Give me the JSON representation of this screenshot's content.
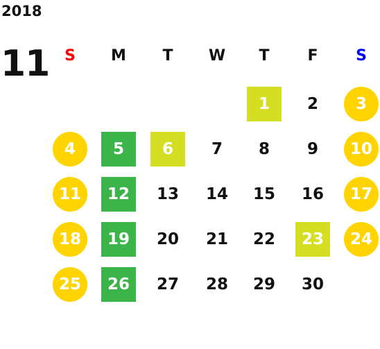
{
  "calendar": {
    "year": "2018",
    "month": "11",
    "colors": {
      "weekend_circle": "#FFD400",
      "highlight_green": "#3BB54A",
      "highlight_lime": "#D4DE22",
      "sunday_header": "#FF0000",
      "saturday_header": "#0000FF"
    },
    "weekdays": [
      {
        "label": "S",
        "color": "#FF0000"
      },
      {
        "label": "M",
        "color": "#111111"
      },
      {
        "label": "T",
        "color": "#111111"
      },
      {
        "label": "W",
        "color": "#111111"
      },
      {
        "label": "T",
        "color": "#111111"
      },
      {
        "label": "F",
        "color": "#111111"
      },
      {
        "label": "S",
        "color": "#0000FF"
      }
    ],
    "weeks": [
      [
        null,
        null,
        null,
        null,
        {
          "d": "1",
          "s": "lime"
        },
        {
          "d": "2",
          "s": ""
        },
        {
          "d": "3",
          "s": "circle"
        }
      ],
      [
        {
          "d": "4",
          "s": "circle"
        },
        {
          "d": "5",
          "s": "green"
        },
        {
          "d": "6",
          "s": "lime"
        },
        {
          "d": "7",
          "s": ""
        },
        {
          "d": "8",
          "s": ""
        },
        {
          "d": "9",
          "s": ""
        },
        {
          "d": "10",
          "s": "circle"
        }
      ],
      [
        {
          "d": "11",
          "s": "circle"
        },
        {
          "d": "12",
          "s": "green"
        },
        {
          "d": "13",
          "s": ""
        },
        {
          "d": "14",
          "s": ""
        },
        {
          "d": "15",
          "s": ""
        },
        {
          "d": "16",
          "s": ""
        },
        {
          "d": "17",
          "s": "circle"
        }
      ],
      [
        {
          "d": "18",
          "s": "circle"
        },
        {
          "d": "19",
          "s": "green"
        },
        {
          "d": "20",
          "s": ""
        },
        {
          "d": "21",
          "s": ""
        },
        {
          "d": "22",
          "s": ""
        },
        {
          "d": "23",
          "s": "lime"
        },
        {
          "d": "24",
          "s": "circle"
        }
      ],
      [
        {
          "d": "25",
          "s": "circle"
        },
        {
          "d": "26",
          "s": "green"
        },
        {
          "d": "27",
          "s": ""
        },
        {
          "d": "28",
          "s": ""
        },
        {
          "d": "29",
          "s": ""
        },
        {
          "d": "30",
          "s": ""
        },
        null
      ]
    ]
  }
}
